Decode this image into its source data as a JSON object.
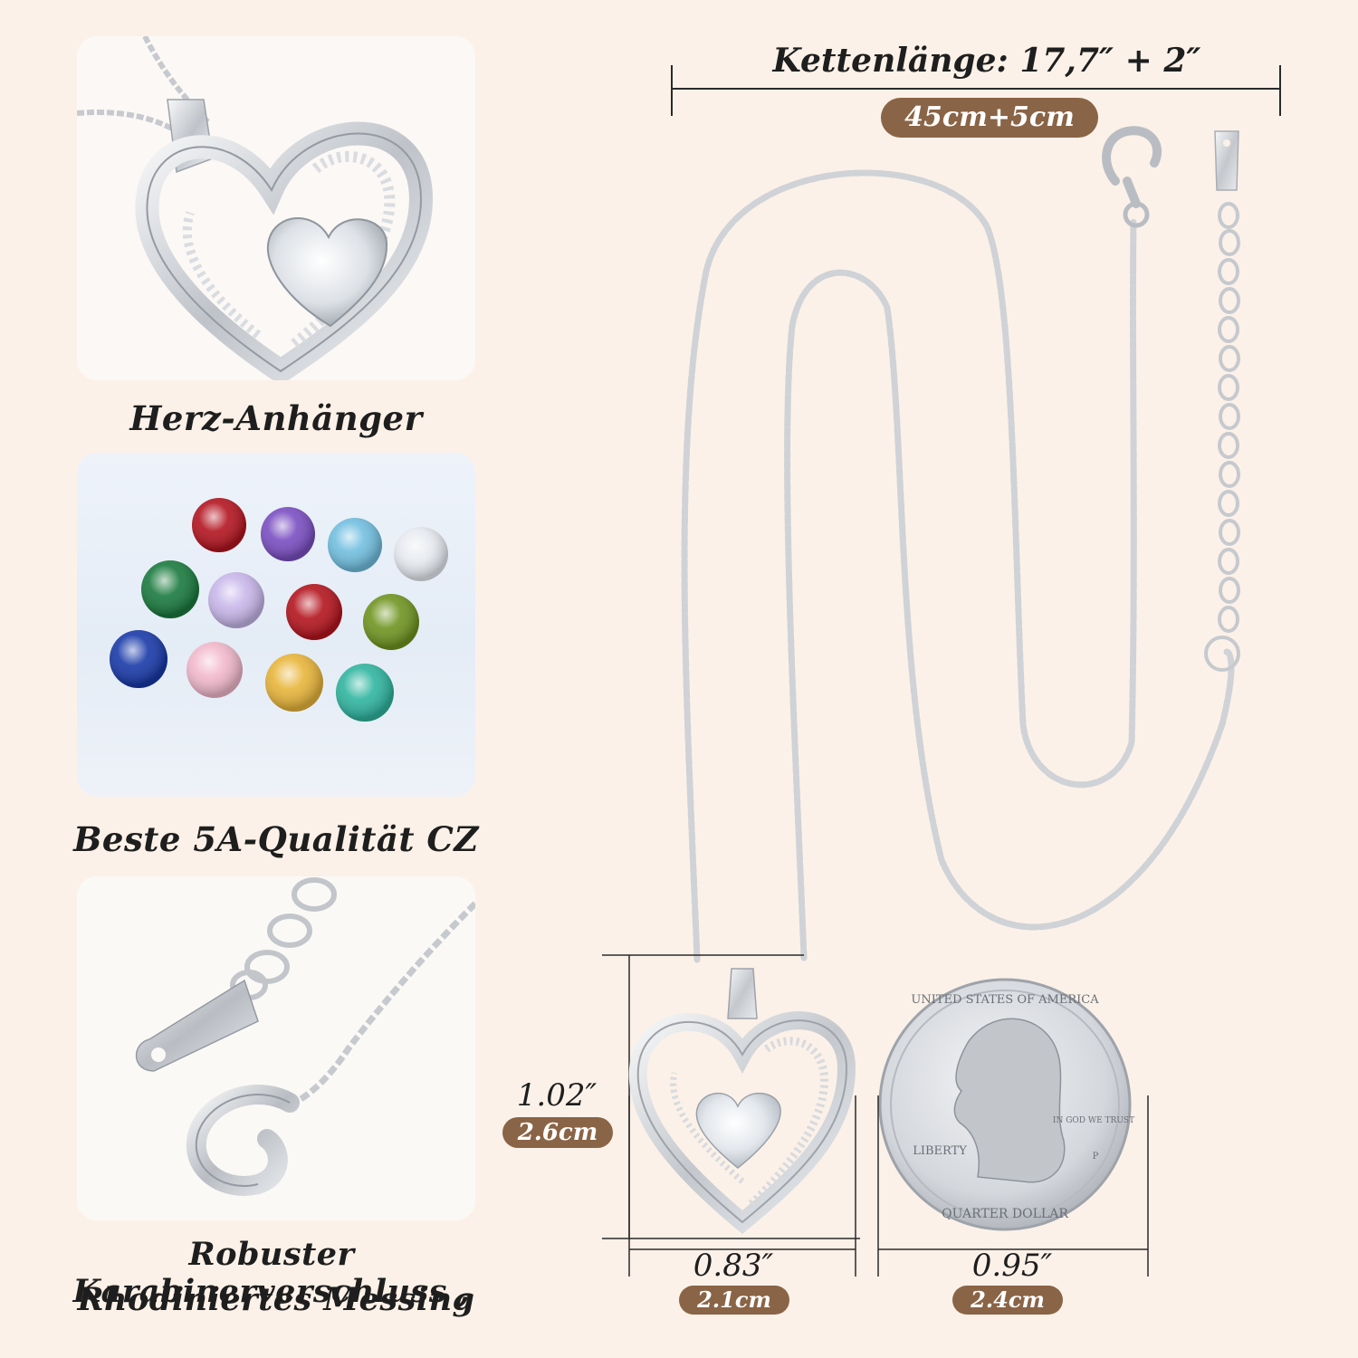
{
  "captions": {
    "pendant": "Herz-Anhänger",
    "quality": "Beste 5A-Qualität CZ",
    "clasp_line1": "Robuster Karabinerverschluss ,",
    "clasp_line2": "Rhodiniertes Messing"
  },
  "chain": {
    "length_label": "Kettenlänge: 17,7″ + 2″",
    "length_metric": "45cm+5cm"
  },
  "pendant_size": {
    "height_in": "1.02″",
    "height_cm": "2.6cm",
    "width_in": "0.83″",
    "width_cm": "2.1cm"
  },
  "coin": {
    "diameter_in": "0.95″",
    "diameter_cm": "2.4cm",
    "top_text": "UNITED STATES OF AMERICA",
    "motto": "IN GOD WE TRUST",
    "liberty": "LIBERTY",
    "bottom_text": "QUARTER DOLLAR",
    "mint": "P"
  },
  "colors": {
    "background": "#fbf1e8",
    "pill": "#8a6446",
    "silver": "#c9ccd1"
  },
  "gems": [
    "red",
    "purple",
    "aquamarine",
    "white",
    "green",
    "lavender",
    "ruby",
    "peridot",
    "blue",
    "pink",
    "yellow",
    "teal"
  ]
}
